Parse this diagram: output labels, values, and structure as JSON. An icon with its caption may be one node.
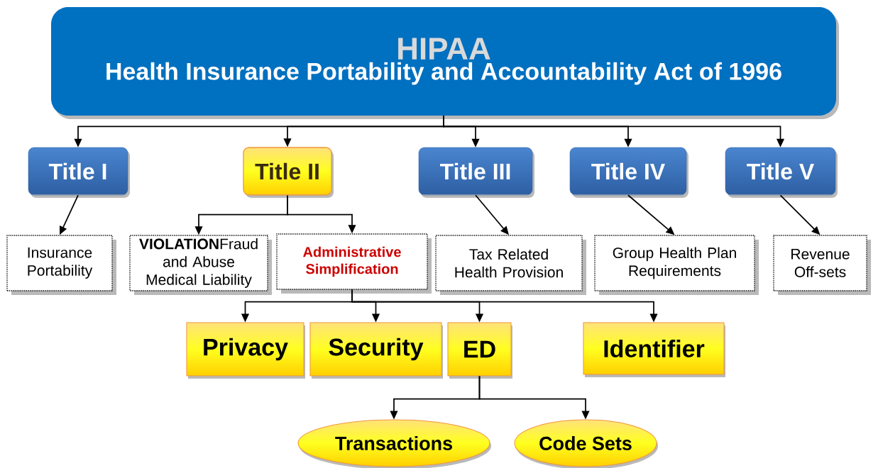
{
  "diagram": {
    "nodes": [
      {
        "text": [
          "HIPAA",
          "Health Insurance Portability and Accountability Act of 1996"
        ]
      },
      {
        "text": [
          "Title I"
        ]
      },
      {
        "text": [
          "Title II"
        ]
      },
      {
        "text": [
          "Title III"
        ]
      },
      {
        "text": [
          "Title IV"
        ]
      },
      {
        "text": [
          "Title V"
        ]
      },
      {
        "text": [
          "Insurance Portability"
        ]
      },
      {
        "text": [
          "**VIOLATION**Fraud and Abuse Medical Liability"
        ]
      },
      {
        "text": [
          "Administrative Simplification"
        ]
      },
      {
        "text": [
          "Tax Related Health Provision"
        ]
      },
      {
        "text": [
          "Group Health Plan Requirements"
        ]
      },
      {
        "text": [
          "Revenue Off-sets"
        ]
      },
      {
        "text": [
          "Privacy"
        ]
      },
      {
        "text": [
          "Security"
        ]
      },
      {
        "text": [
          "ED"
        ]
      },
      {
        "text": [
          "Identifier"
        ]
      },
      {
        "text": [
          "Transactions"
        ]
      },
      {
        "text": [
          "Code Sets"
        ]
      }
    ],
    "edges": [
      {
        "from": 0,
        "to": 1,
        "arrow": "to"
      },
      {
        "from": 0,
        "to": 2,
        "arrow": "to"
      },
      {
        "from": 0,
        "to": 3,
        "arrow": "to"
      },
      {
        "from": 0,
        "to": 4,
        "arrow": "to"
      },
      {
        "from": 0,
        "to": 5,
        "arrow": "to"
      },
      {
        "from": 1,
        "to": 6,
        "arrow": "to"
      },
      {
        "from": 2,
        "to": 7,
        "arrow": "to"
      },
      {
        "from": 2,
        "to": 8,
        "arrow": "to"
      },
      {
        "from": 3,
        "to": 9,
        "arrow": "to"
      },
      {
        "from": 4,
        "to": 10,
        "arrow": "to"
      },
      {
        "from": 5,
        "to": 11,
        "arrow": "to"
      },
      {
        "from": 8,
        "to": 12,
        "arrow": "to"
      },
      {
        "from": 8,
        "to": 13,
        "arrow": "to"
      },
      {
        "from": 8,
        "to": 14,
        "arrow": "to"
      },
      {
        "from": 8,
        "to": 15,
        "arrow": "to"
      },
      {
        "from": 14,
        "to": 16,
        "arrow": "to"
      },
      {
        "from": 14,
        "to": 17,
        "arrow": "to"
      }
    ]
  }
}
